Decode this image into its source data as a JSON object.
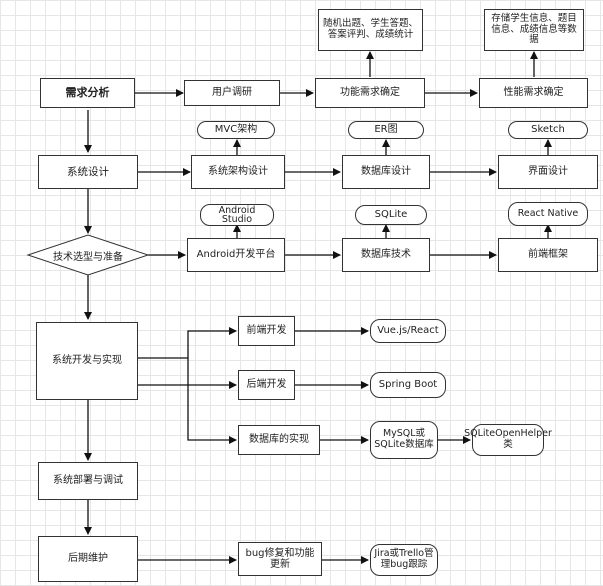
{
  "nodes": {
    "req_analysis": "需求分析",
    "user_research": "用户调研",
    "func_req": "功能需求确定",
    "func_req_note": "随机出题、学生答题、答案评判、成绩统计",
    "perf_req": "性能需求确定",
    "perf_req_note": "存储学生信息、题目信息、成绩信息等数据",
    "sys_design": "系统设计",
    "arch_design": "系统架构设计",
    "mvc": "MVC架构",
    "db_design": "数据库设计",
    "er": "ER图",
    "ui_design": "界面设计",
    "sketch": "Sketch",
    "tech_select": "技术选型与准备",
    "android_platform": "Android开发平台",
    "android_studio": "Android Studio",
    "db_tech": "数据库技术",
    "sqlite": "SQLite",
    "fe_framework": "前端框架",
    "react_native": "React Native",
    "dev_impl": "系统开发与实现",
    "frontend": "前端开发",
    "vue_react": "Vue.js/React",
    "backend": "后端开发",
    "spring_boot": "Spring Boot",
    "db_impl": "数据库的实现",
    "mysql_sqlite": "MySQL或SQLite数据库",
    "sqlite_helper": "SQLiteOpenHelper类",
    "deploy": "系统部署与调试",
    "maintenance": "后期维护",
    "bugfix": "bug修复和功能更新",
    "jira": "Jira或Trello管理bug跟踪"
  }
}
